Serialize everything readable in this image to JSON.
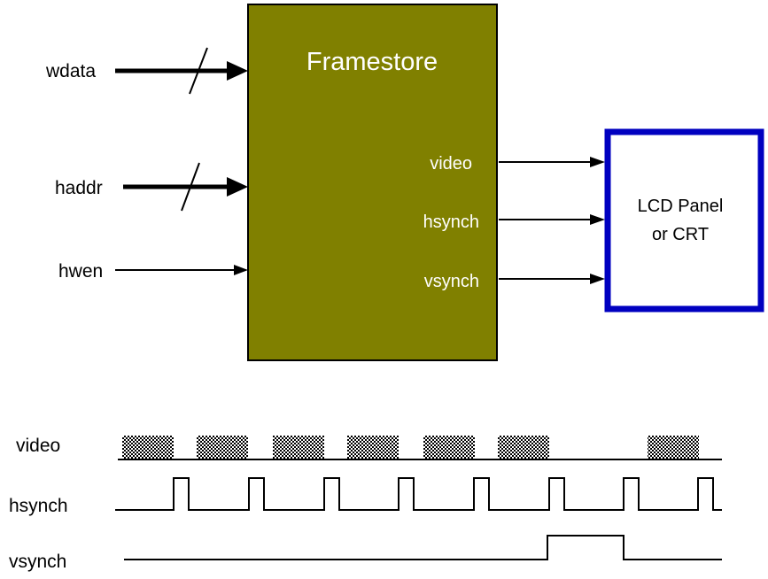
{
  "framestore": {
    "title": "Framestore",
    "fill_color": "#808000",
    "inputs": [
      "wdata",
      "haddr",
      "hwen"
    ],
    "outputs": [
      "video",
      "hsynch",
      "vsynch"
    ]
  },
  "display": {
    "line1": "LCD Panel",
    "line2": "or CRT",
    "border_color": "#0000c0"
  },
  "timing": {
    "signals": [
      "video",
      "hsynch",
      "vsynch"
    ]
  }
}
